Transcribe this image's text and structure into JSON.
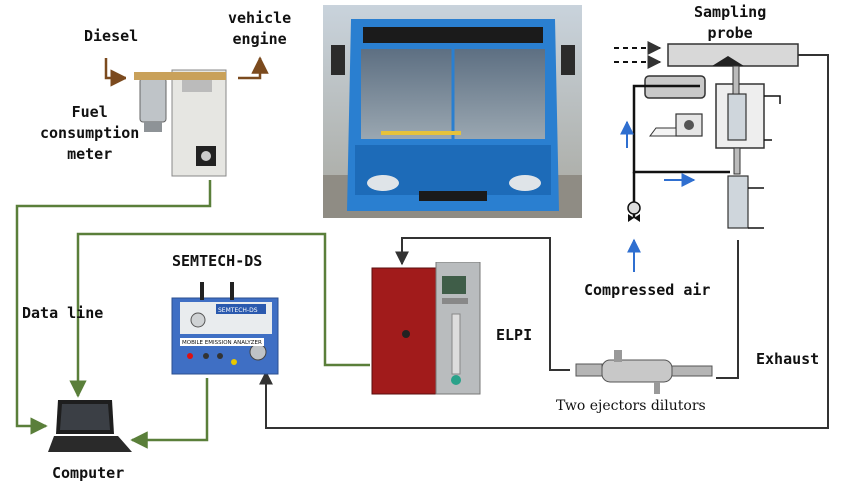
{
  "labels": {
    "diesel": "Diesel",
    "vehicle_engine": "vehicle\nengine",
    "fuel_meter": "Fuel\nconsumption\nmeter",
    "semtech": "SEMTECH-DS",
    "data_line": "Data line",
    "computer": "Computer",
    "elpi": "ELPI",
    "ejectors": "Two ejectors dilutors",
    "sampling_probe": "Sampling\nprobe",
    "compressed_air": "Compressed air",
    "exhaust": "Exhaust"
  },
  "device_text": {
    "semtech_badge": "SEMTECH-DS",
    "mobile_emission": "MOBILE EMISSION ANALYZER"
  },
  "colors": {
    "data_line": "#5a7f3a",
    "sample_line": "#333333",
    "arrow_brown": "#7b4a1e",
    "air_arrow": "#2f6fd0"
  }
}
